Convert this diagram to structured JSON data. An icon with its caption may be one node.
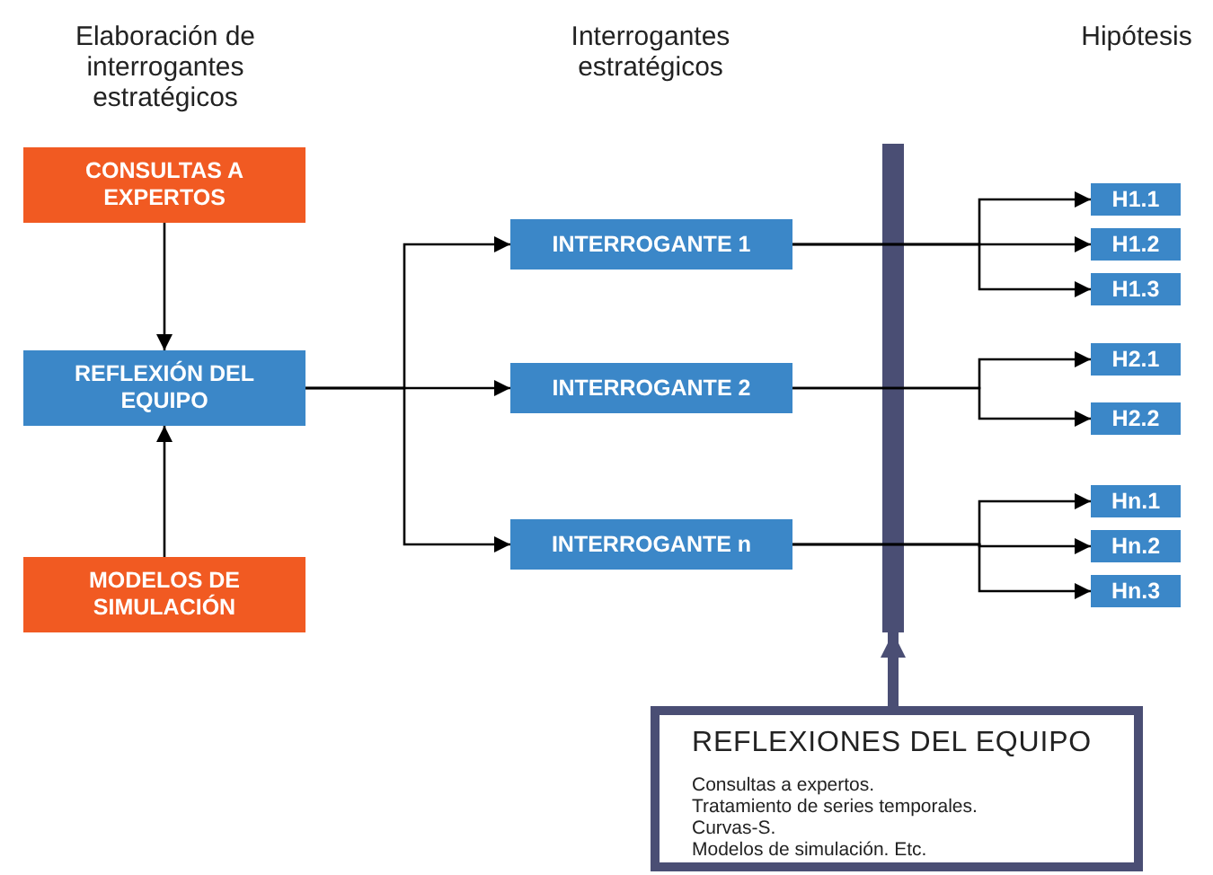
{
  "diagram": {
    "nodes": [
      {
        "text": [
          "CONSULTAS A EXPERTOS"
        ]
      },
      {
        "text": [
          "REFLEXIÓN DEL EQUIPO"
        ]
      },
      {
        "text": [
          "MODELOS DE SIMULACIÓN"
        ]
      },
      {
        "text": [
          "INTERROGANTE 1"
        ]
      },
      {
        "text": [
          "INTERROGANTE 2"
        ]
      },
      {
        "text": [
          "INTERROGANTE n"
        ]
      },
      {
        "text": [],
        "shape": "bar"
      },
      {
        "text": [
          "REFLEXIONES DEL EQUIPO",
          "Consultas a expertos.",
          "Tratamiento de series temporales.",
          "Curvas-S.",
          "Modelos de simulación. Etc."
        ]
      },
      {
        "text": [
          "H1.1"
        ]
      },
      {
        "text": [
          "H1.2"
        ]
      },
      {
        "text": [
          "H1.3"
        ]
      },
      {
        "text": [
          "H2.1"
        ]
      },
      {
        "text": [
          "H2.2"
        ]
      },
      {
        "text": [
          "Hn.1"
        ]
      },
      {
        "text": [
          "Hn.2"
        ]
      },
      {
        "text": [
          "Hn.3"
        ]
      }
    ],
    "edges": [
      {
        "from": 0,
        "to": 1,
        "arrow": "to"
      },
      {
        "from": 2,
        "to": 1,
        "arrow": "to"
      },
      {
        "from": 1,
        "to": 3,
        "arrow": "to"
      },
      {
        "from": 1,
        "to": 4,
        "arrow": "to"
      },
      {
        "from": 1,
        "to": 5,
        "arrow": "to"
      },
      {
        "from": 3,
        "to": 8,
        "arrow": "to"
      },
      {
        "from": 3,
        "to": 9,
        "arrow": "to"
      },
      {
        "from": 3,
        "to": 10,
        "arrow": "to"
      },
      {
        "from": 4,
        "to": 11,
        "arrow": "to"
      },
      {
        "from": 4,
        "to": 12,
        "arrow": "to"
      },
      {
        "from": 5,
        "to": 13,
        "arrow": "to"
      },
      {
        "from": 5,
        "to": 14,
        "arrow": "to"
      },
      {
        "from": 5,
        "to": 15,
        "arrow": "to"
      },
      {
        "from": 7,
        "to": 6,
        "arrow": "to",
        "style": "thick",
        "color": "#4a4e74"
      }
    ],
    "labels": [
      "Elaboración de interrogantes estratégicos",
      "Interrogantes estratégicos",
      "Hipótesis"
    ]
  }
}
